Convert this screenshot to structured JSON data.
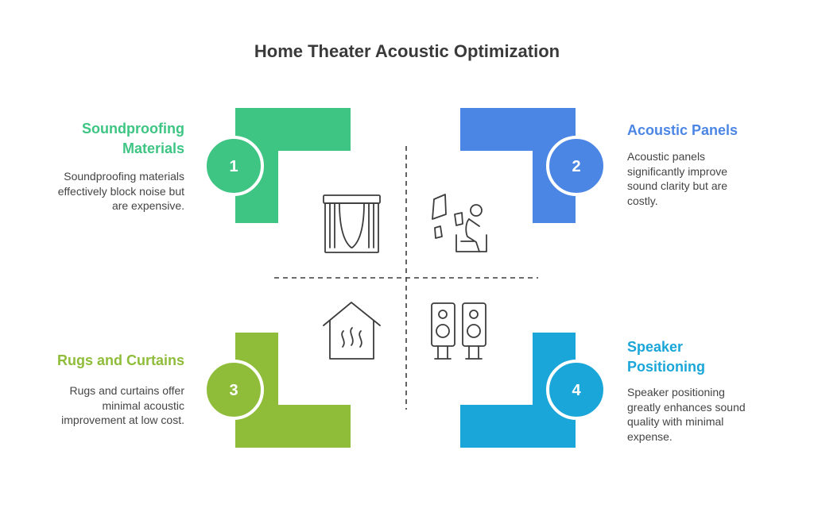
{
  "title": "Home Theater Acoustic Optimization",
  "colors": {
    "green": "#3ec583",
    "blue": "#4b86e5",
    "lime": "#8fbd3a",
    "cyan": "#1aa6d8",
    "icon_stroke": "#3d3d3d",
    "divider": "#3d3d3d"
  },
  "quadrants": [
    {
      "number": "1",
      "heading_lines": [
        "Soundproofing",
        "Materials"
      ],
      "description_lines": [
        "Soundproofing materials",
        "effectively block noise but",
        "are expensive."
      ],
      "icon": "curtained-window-icon"
    },
    {
      "number": "2",
      "heading_lines": [
        "Acoustic Panels"
      ],
      "description_lines": [
        "Acoustic panels",
        "significantly improve",
        "sound clarity but are",
        "costly."
      ],
      "icon": "person-with-panels-icon"
    },
    {
      "number": "3",
      "heading_lines": [
        "Rugs and Curtains"
      ],
      "description_lines": [
        "Rugs and curtains offer",
        "minimal acoustic",
        "improvement at low cost."
      ],
      "icon": "heated-house-icon"
    },
    {
      "number": "4",
      "heading_lines": [
        "Speaker",
        "Positioning"
      ],
      "description_lines": [
        "Speaker positioning",
        "greatly enhances sound",
        "quality with minimal",
        "expense."
      ],
      "icon": "speakers-icon"
    }
  ]
}
